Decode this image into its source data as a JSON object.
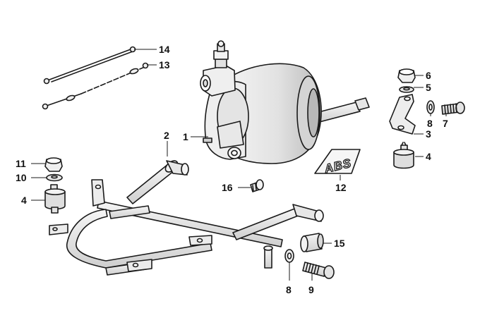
{
  "diagram": {
    "badge_text": "ABS",
    "callouts": {
      "c1": "1",
      "c2": "2",
      "c3": "3",
      "c4a": "4",
      "c4b": "4",
      "c5": "5",
      "c6": "6",
      "c7": "7",
      "c8a": "8",
      "c8b": "8",
      "c9": "9",
      "c10": "10",
      "c11": "11",
      "c12": "12",
      "c13": "13",
      "c14": "14",
      "c15": "15",
      "c16": "16"
    }
  },
  "colors": {
    "line": "#1a1a1a",
    "part_fill": "#ececec",
    "part_shade": "#c8c8c8",
    "background": "#ffffff"
  }
}
